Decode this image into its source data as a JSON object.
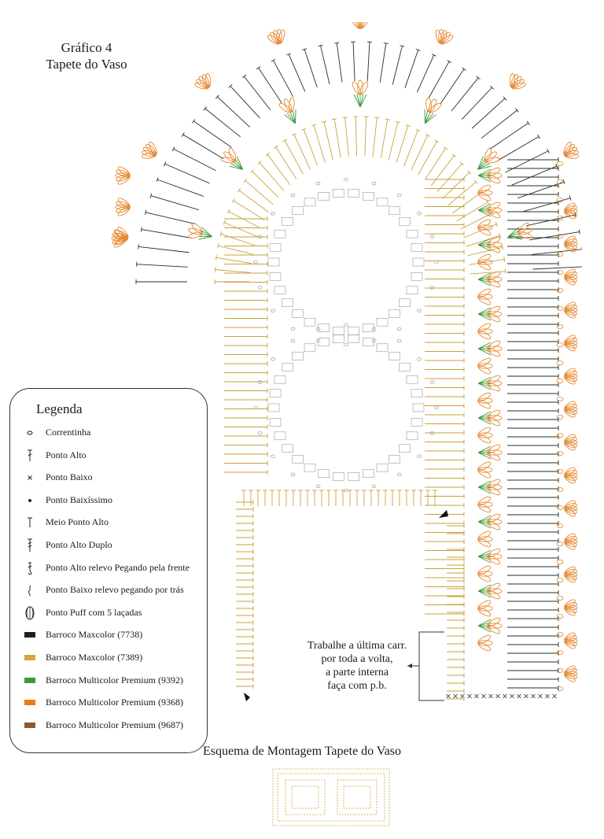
{
  "header": {
    "title_line1": "Gráfico 4",
    "title_line2": "Tapete do Vaso"
  },
  "legend": {
    "title": "Legenda",
    "items": [
      {
        "icon": "chain-symbol-icon",
        "label": "Correntinha"
      },
      {
        "icon": "double-crochet-symbol-icon",
        "label": "Ponto Alto"
      },
      {
        "icon": "single-crochet-symbol-icon",
        "label": "Ponto Baixo"
      },
      {
        "icon": "slip-stitch-symbol-icon",
        "label": "Ponto Baixíssimo"
      },
      {
        "icon": "half-double-crochet-symbol-icon",
        "label": "Meio Ponto Alto"
      },
      {
        "icon": "treble-crochet-symbol-icon",
        "label": "Ponto Alto Duplo"
      },
      {
        "icon": "front-post-double-crochet-symbol-icon",
        "label": "Ponto Alto relevo Pegando pela frente"
      },
      {
        "icon": "back-post-single-crochet-symbol-icon",
        "label": "Ponto Baixo relevo pegando por trás"
      },
      {
        "icon": "puff-stitch-symbol-icon",
        "label": "Ponto Puff com 5 laçadas"
      },
      {
        "icon": "color-swatch-icon",
        "label": "Barroco Maxcolor (7738)",
        "color": "#1f1f1f"
      },
      {
        "icon": "color-swatch-icon",
        "label": "Barroco Maxcolor (7389)",
        "color": "#d4a93a"
      },
      {
        "icon": "color-swatch-icon",
        "label": "Barroco Multicolor Premium (9392)",
        "color": "#3a9a35"
      },
      {
        "icon": "color-swatch-icon",
        "label": "Barroco Multicolor Premium (9368)",
        "color": "#f07a16"
      },
      {
        "icon": "color-swatch-icon",
        "label": "Barroco Multicolor Premium (9687)",
        "color": "#8b5a2b"
      }
    ]
  },
  "note": {
    "line1": "Trabalhe a última carr.",
    "line2": "por toda a volta,",
    "line3": "a parte interna",
    "line4": "faça com p.b."
  },
  "assembly": {
    "title": "Esquema de Montagem Tapete do Vaso"
  },
  "colors": {
    "black": "#2a2a2a",
    "gold": "#c9a23a",
    "green": "#3a9a35",
    "orange": "#e5862c",
    "grey": "#9a9a9a"
  }
}
